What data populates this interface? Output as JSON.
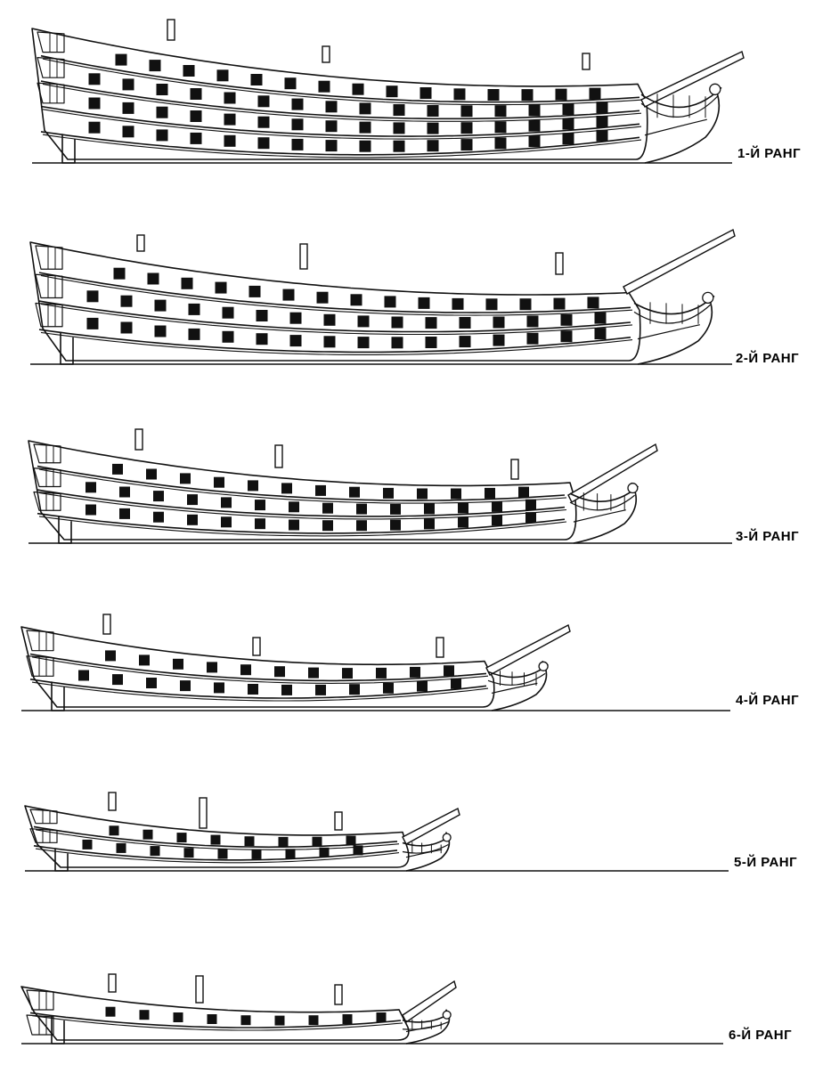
{
  "figure": {
    "ships": [
      {
        "id": "rank-1",
        "label": "1-Й РАНГ",
        "gun_decks": 4
      },
      {
        "id": "rank-2",
        "label": "2-Й РАНГ",
        "gun_decks": 3
      },
      {
        "id": "rank-3",
        "label": "3-Й РАНГ",
        "gun_decks": 3
      },
      {
        "id": "rank-4",
        "label": "4-Й РАНГ",
        "gun_decks": 2
      },
      {
        "id": "rank-5",
        "label": "5-Й РАНГ",
        "gun_decks": 2
      },
      {
        "id": "rank-6",
        "label": "6-Й РАНГ",
        "gun_decks": 1
      }
    ]
  }
}
